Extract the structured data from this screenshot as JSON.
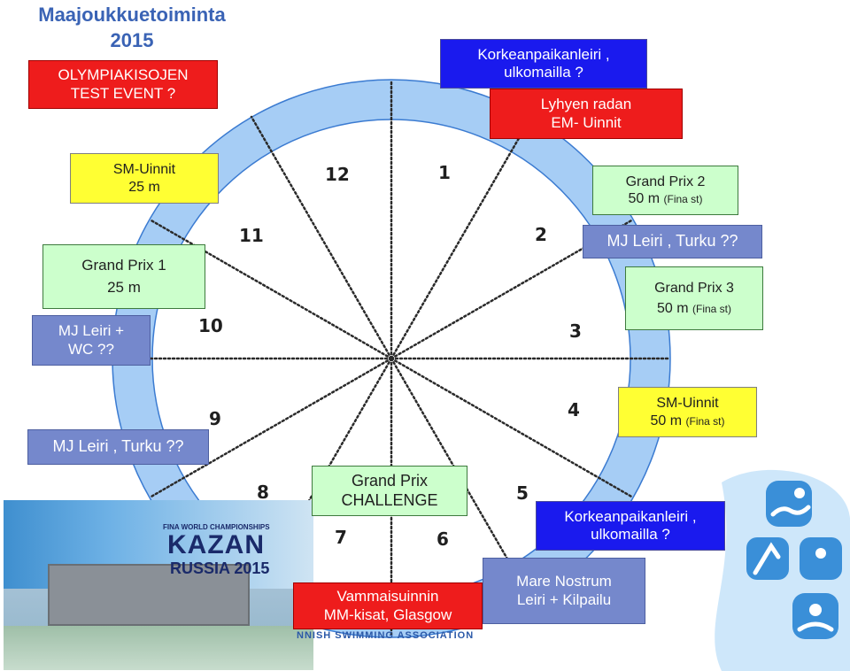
{
  "title": {
    "line1": "Maajoukkuetoiminta",
    "line2": "2015"
  },
  "events": {
    "olympic_test": {
      "line1": "OLYMPIAKISOJEN",
      "line2": "TEST EVENT ?"
    },
    "korkea_top": {
      "line1": "Korkeanpaikanleiri ,",
      "line2": "ulkomailla ?"
    },
    "lyhyen": {
      "line1": "Lyhyen radan",
      "line2": "EM- Uinnit"
    },
    "sm_25": {
      "line1": "SM-Uinnit",
      "line2": "25 m"
    },
    "gp2": {
      "line1": "Grand Prix 2",
      "line2": "50 m",
      "note": "(Fina st)"
    },
    "mj_turku_right": {
      "text": "MJ Leiri , Turku ??"
    },
    "gp1": {
      "line1": "Grand Prix 1",
      "line2": "25 m"
    },
    "gp3": {
      "line1": "Grand Prix 3",
      "line2": "50 m",
      "note": "(Fina st)"
    },
    "mj_wc": {
      "line1": "MJ Leiri +",
      "line2": "WC ??"
    },
    "mj_turku_left": {
      "text": "MJ Leiri , Turku ??"
    },
    "sm_50": {
      "line1": "SM-Uinnit",
      "line2": "50 m",
      "note": "(Fina st)"
    },
    "gp_challenge": {
      "line1": "Grand Prix",
      "line2": "CHALLENGE"
    },
    "korkea_bottom": {
      "line1": "Korkeanpaikanleiri ,",
      "line2": "ulkomailla ?"
    },
    "vammais": {
      "line1": "Vammaisuinnin",
      "line2": "MM-kisat, Glasgow"
    },
    "mare": {
      "line1": "Mare Nostrum",
      "line2": "Leiri + Kilpailu"
    }
  },
  "clock_numbers": [
    "12",
    "1",
    "2",
    "3",
    "4",
    "5",
    "6",
    "7",
    "8",
    "9",
    "10",
    "11"
  ],
  "photo": {
    "line1": "FINA WORLD CHAMPIONSHIPS",
    "line2": "KAZAN",
    "line3": "RUSSIA 2015"
  },
  "logo_strip": "NNISH SWIMMING ASSOCIATION",
  "colors": {
    "ring": "#a6cdf5",
    "ring_border": "#3b7bd1",
    "red": "#ee1c1c",
    "blue": "#1a1aee",
    "yellow": "#ffff33",
    "green": "#ccffcc",
    "steel": "#7588cc"
  }
}
